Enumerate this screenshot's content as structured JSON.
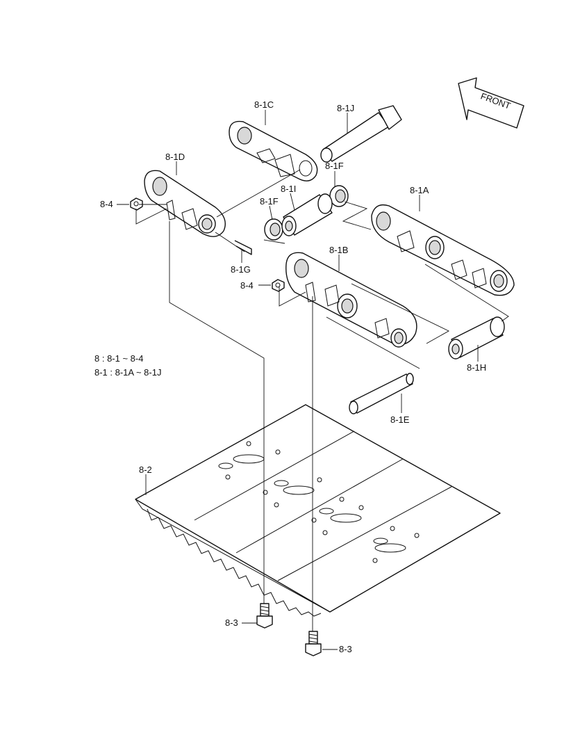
{
  "front_label": "FRONT",
  "legend": {
    "line1": "8 : 8-1 ~ 8-4",
    "line2": "8-1 : 8-1A ~ 8-1J"
  },
  "callouts": {
    "c_8_1c": "8-1C",
    "c_8_1j": "8-1J",
    "c_8_1d": "8-1D",
    "c_8_1f_top": "8-1F",
    "c_8_1i": "8-1I",
    "c_8_1f_left": "8-1F",
    "c_8_1a": "8-1A",
    "c_8_4_top": "8-4",
    "c_8_1g": "8-1G",
    "c_8_1b": "8-1B",
    "c_8_4_mid": "8-4",
    "c_8_1h": "8-1H",
    "c_8_1e": "8-1E",
    "c_8_2": "8-2",
    "c_8_3_left": "8-3",
    "c_8_3_right": "8-3"
  }
}
